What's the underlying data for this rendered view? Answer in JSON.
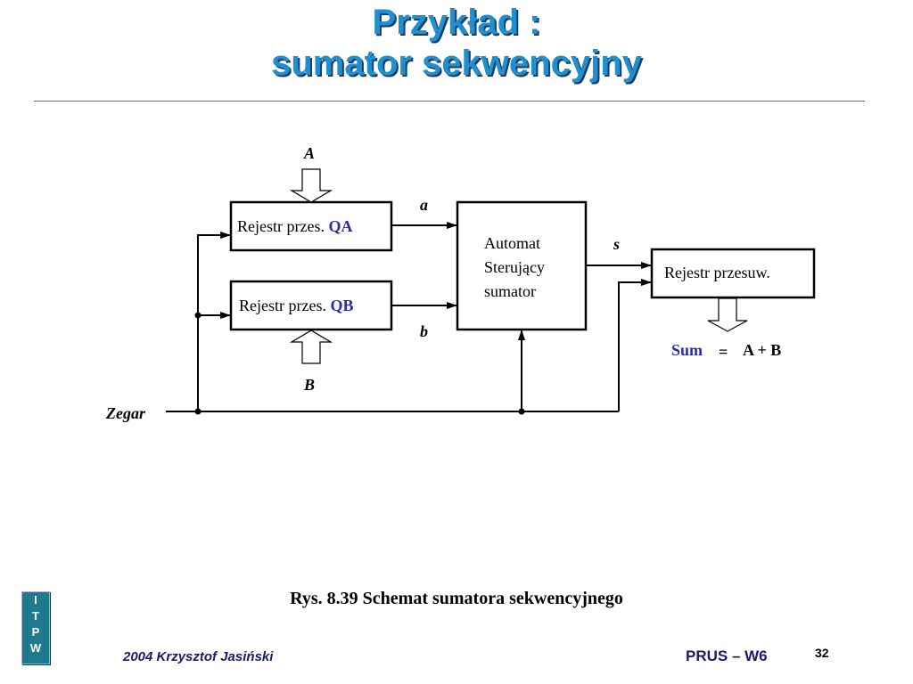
{
  "slide": {
    "title_line1": "Przykład :",
    "title_line2": "sumator sekwencyjny",
    "title_color": "#1f8fd0"
  },
  "diagram": {
    "input_a": "A",
    "input_b": "B",
    "register_qa_text": "Rejestr przes.",
    "register_qa_name": "QA",
    "register_qb_text": "Rejestr przes.",
    "register_qb_name": "QB",
    "signal_a": "a",
    "signal_b": "b",
    "signal_s": "s",
    "automat_line1": "Automat",
    "automat_line2": "Sterujący",
    "automat_line3": "sumator",
    "output_register": "Rejestr przesuw.",
    "sum_label": "Sum",
    "sum_eq": "=",
    "sum_expr": "A + B",
    "clock_label": "Zegar"
  },
  "caption": "Rys. 8.39 Schemat sumatora sekwencyjnego",
  "footer": {
    "logo_letters": [
      "I",
      "T",
      "P",
      "W"
    ],
    "author": "2004 Krzysztof Jasiński",
    "course": "PRUS – W6",
    "page_number": "32"
  }
}
